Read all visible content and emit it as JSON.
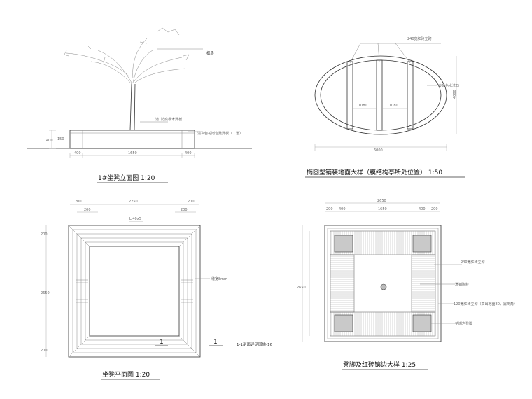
{
  "elevation": {
    "title": "1#坐凳立面图  1:20",
    "tree_label": "枫香",
    "note_top": "道1防腐樱木凳板",
    "note_side": "浅灰色花岗岩凳凳板（二道）",
    "dims": [
      "400",
      "1650",
      "400"
    ],
    "heights": [
      "400",
      "150"
    ]
  },
  "ellipse": {
    "title": "椭圆型铺装地面大样（膜结构亭所处位置）  1:50",
    "note_top": "240宽红砖立砌",
    "note_right": "淡黄色水洗石",
    "dims": [
      "1080",
      "1080"
    ],
    "width_dim": "6000",
    "height_dim": "4000"
  },
  "plan": {
    "title": "坐凳平面图  1:20",
    "top_dims": [
      "200",
      "2250",
      "200"
    ],
    "sub_dims": [
      "200",
      "200"
    ],
    "note_angle": "L 40x5",
    "gap_note": "缝宽8mm",
    "section_mark": "1",
    "section_note": "1-1剖面详见园施-16",
    "side_dims": [
      "200",
      "2650",
      "200"
    ]
  },
  "detail": {
    "title": "凳脚及红砖镶边大样  1:25",
    "top_dim": "2650",
    "sub_dims": [
      "200",
      "400",
      "1650",
      "400",
      "200"
    ],
    "notes": [
      "240宽红砖立砌",
      "满铺陶粒",
      "120宽红砖立砌（高出地面80，需倒角）",
      "花岗岩凳脚"
    ],
    "side_dim": "2650"
  }
}
